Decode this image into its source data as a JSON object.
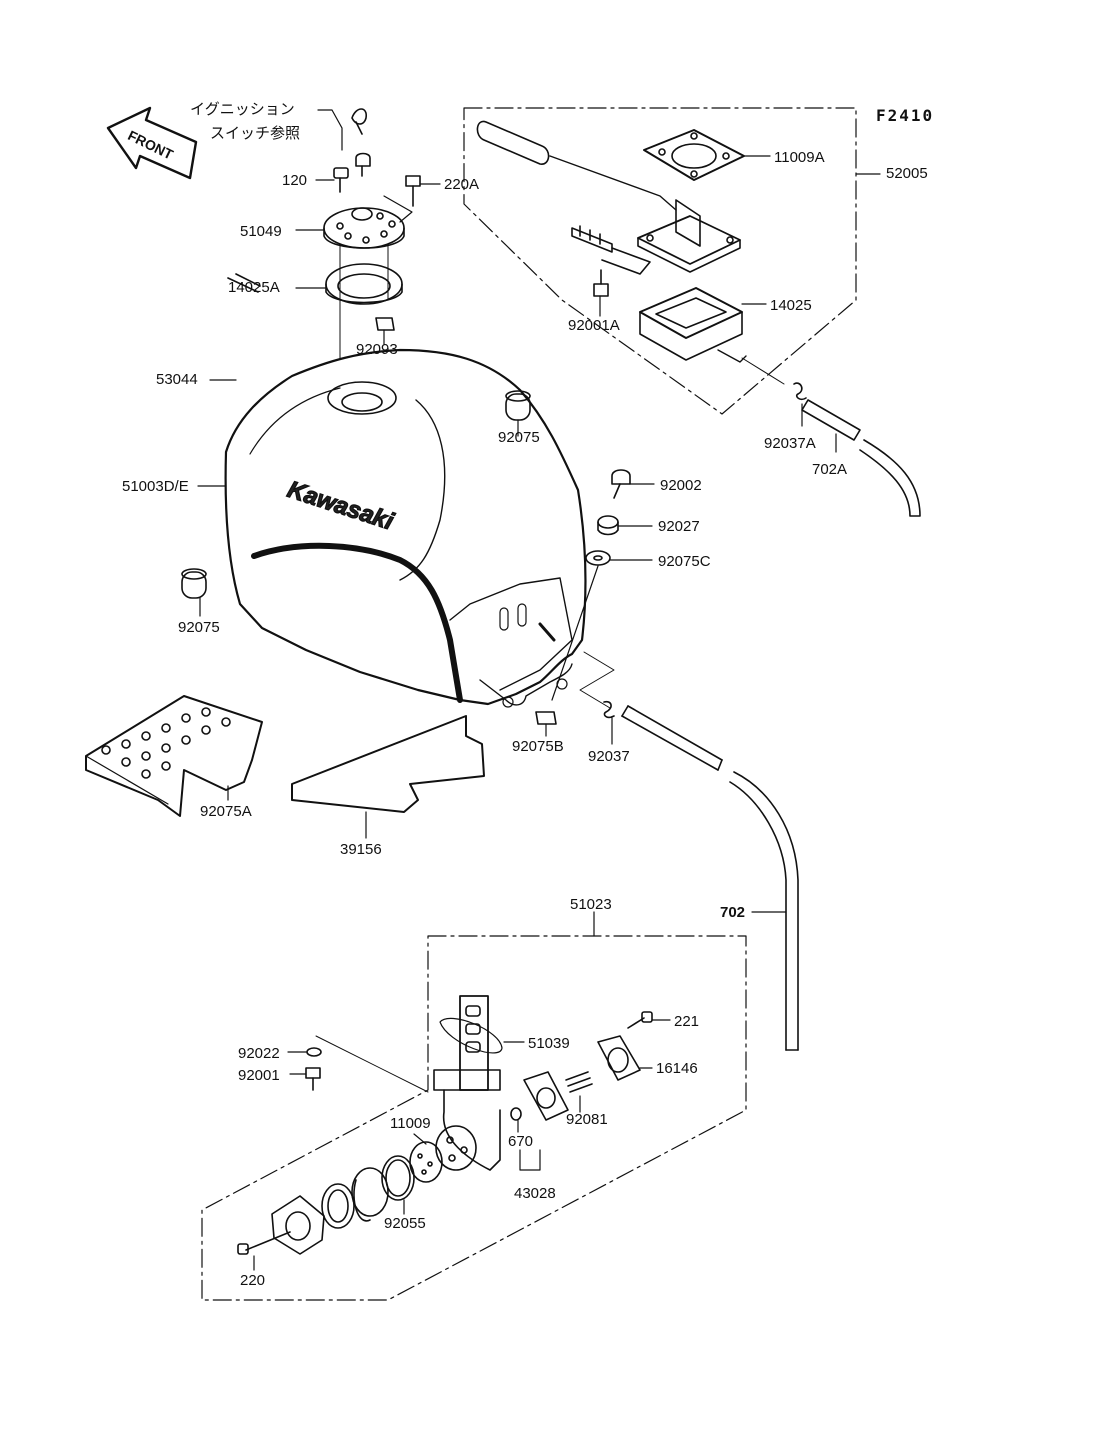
{
  "figure_code": "F2410",
  "front_marker": "FRONT",
  "brand_logo_text": "Kawasaki",
  "note": {
    "line1": "イグニッション",
    "line2": "スイッチ参照"
  },
  "part_labels": {
    "p120": "120",
    "p220A": "220A",
    "p51049": "51049",
    "p14025A": "14025A",
    "p92093": "92093",
    "p53044": "53044",
    "p92075_top": "92075",
    "p51003DE": "51003D/E",
    "p92075_left": "92075",
    "p92075A": "92075A",
    "p39156": "39156",
    "p92075B": "92075B",
    "p92037": "92037",
    "p92002": "92002",
    "p92027": "92027",
    "p92075C": "92075C",
    "p11009A": "11009A",
    "p52005": "52005",
    "p14025": "14025",
    "p92001A": "92001A",
    "p92037A": "92037A",
    "p702A": "702A",
    "p702": "702",
    "p51023": "51023",
    "p221": "221",
    "p51039": "51039",
    "p16146": "16146",
    "p92022": "92022",
    "p92001": "92001",
    "p92081": "92081",
    "p11009": "11009",
    "p670": "670",
    "p43028": "43028",
    "p92055": "92055",
    "p220": "220"
  },
  "colors": {
    "ink": "#111111",
    "background": "#ffffff",
    "tank_shade": "#eeeeee"
  }
}
